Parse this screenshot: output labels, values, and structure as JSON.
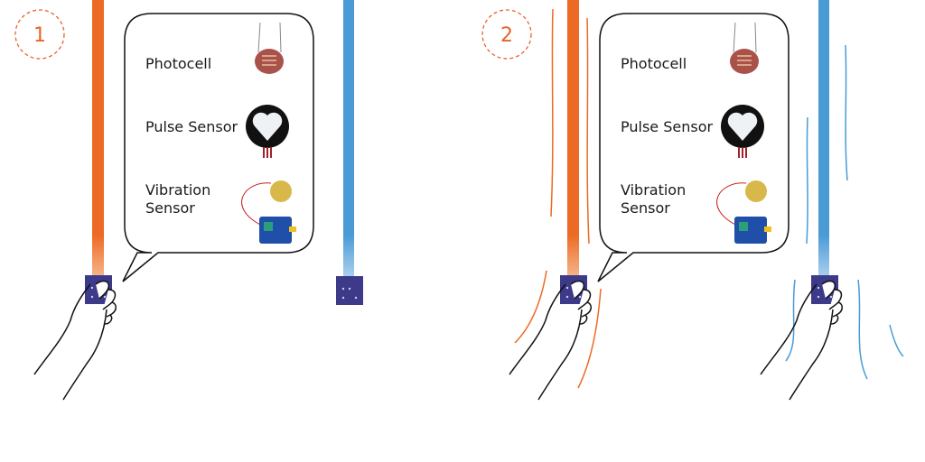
{
  "panels": [
    {
      "step_number": "1",
      "sensors": [
        {
          "label": "Photocell",
          "icon": "photocell-icon"
        },
        {
          "label": "Pulse Sensor",
          "icon": "pulse-sensor-icon"
        },
        {
          "label_line1": "Vibration",
          "label_line2": "Sensor",
          "icon": "vibration-sensor-icon"
        }
      ]
    },
    {
      "step_number": "2",
      "sensors": [
        {
          "label": "Photocell",
          "icon": "photocell-icon"
        },
        {
          "label": "Pulse Sensor",
          "icon": "pulse-sensor-icon"
        },
        {
          "label_line1": "Vibration",
          "label_line2": "Sensor",
          "icon": "vibration-sensor-icon"
        }
      ]
    }
  ],
  "colors": {
    "orange": "#ec6a24",
    "blue": "#4a9ad6",
    "device": "#3d3a8a",
    "gold": "#d8b84a"
  }
}
